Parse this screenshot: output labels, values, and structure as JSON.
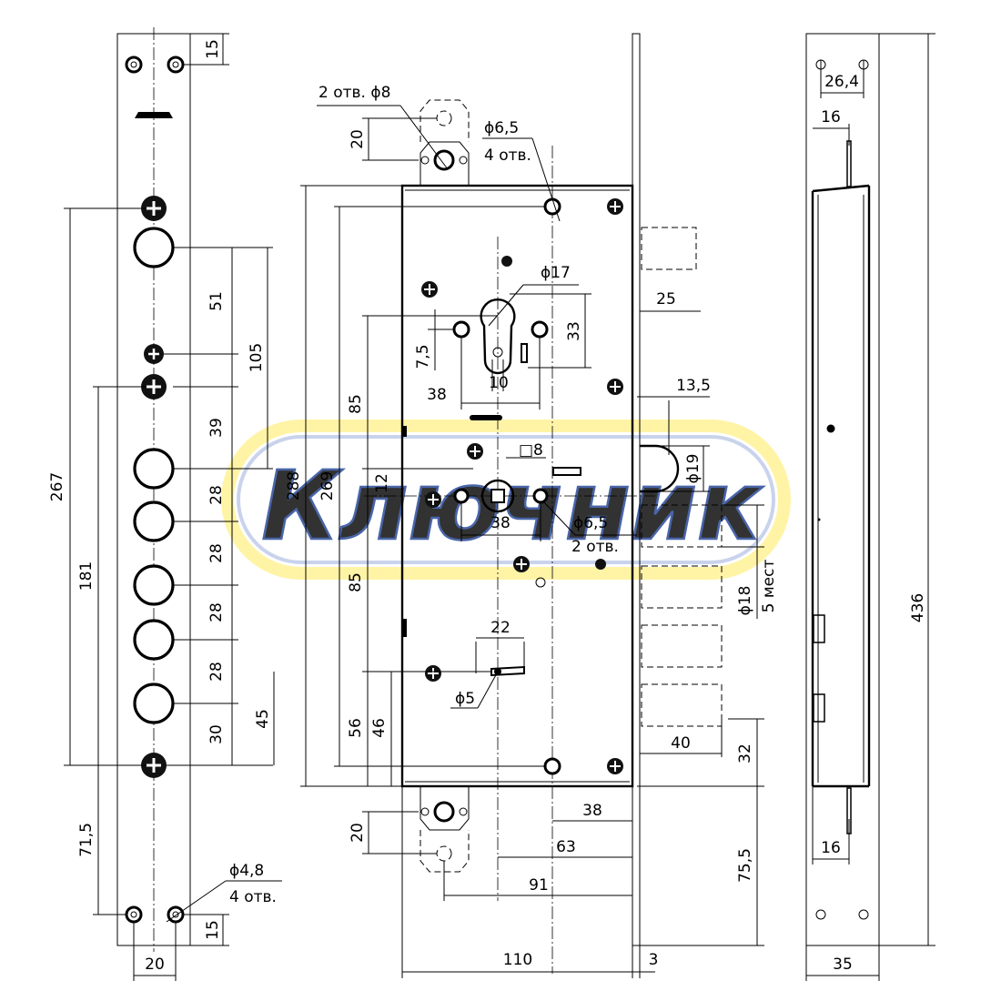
{
  "watermark": "Ключник",
  "colors": {
    "watermark_fill": "#fff7a0",
    "watermark_stroke": "#1c3f94",
    "line": "#000000"
  },
  "labels": {
    "d15_top": "15",
    "d15_bottom": "15",
    "d20_width": "20",
    "d267": "267",
    "d181": "181",
    "d71_5": "71,5",
    "d51": "51",
    "d105": "105",
    "d39": "39",
    "d28a": "28",
    "d28b": "28",
    "d28c": "28",
    "d28d": "28",
    "d30": "30",
    "d45": "45",
    "d4_8": "ϕ4,8",
    "d4_8_count": "4 отв.",
    "d8_holes": "2 отв. ϕ8",
    "d20_top": "20",
    "d20_bot": "20",
    "d6_5_top": "ϕ6,5",
    "d6_5_top_count": "4 отв.",
    "d17": "ϕ17",
    "d33": "33",
    "d7_5": "7,5",
    "d10": "10",
    "d38_top": "38",
    "d85a": "85",
    "d85b": "85",
    "d288": "288",
    "d269": "269",
    "d12": "12",
    "dsq8": "□8",
    "d38_mid": "38",
    "d6_5_mid": "ϕ6,5",
    "d6_5_mid_count": "2 отв.",
    "d22": "22",
    "d5": "ϕ5",
    "d56": "56",
    "d46": "46",
    "d25": "25",
    "d13_5": "13,5",
    "d19": "ϕ19",
    "d18": "ϕ18",
    "d18_count": "5 мест",
    "d40": "40",
    "d32": "32",
    "d38_bot": "38",
    "d63": "63",
    "d91": "91",
    "d75_5": "75,5",
    "d110": "110",
    "d3": "3",
    "d26_4": "26,4",
    "d16_top": "16",
    "d16_bot": "16",
    "d436": "436",
    "d35": "35"
  }
}
